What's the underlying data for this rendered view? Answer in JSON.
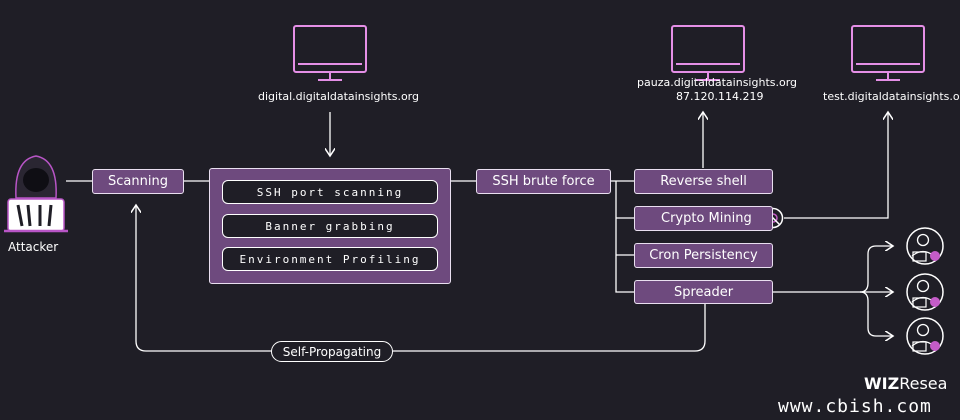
{
  "nodes": {
    "attacker": "Attacker",
    "scanning": "Scanning",
    "scan_steps": [
      "SSH port scanning",
      "Banner grabbing",
      "Environment Profiling"
    ],
    "ssh_brute_force": "SSH brute force",
    "reverse_shell": "Reverse shell",
    "crypto_mining": "Crypto Mining",
    "cron_persistency": "Cron Persistency",
    "spreader": "Spreader",
    "self_propagating": "Self-Propagating"
  },
  "servers": {
    "digital": "digital.digitaldatainsights.org",
    "pauza_host": "pauza.digitaldatainsights.org",
    "pauza_ip": "87.120.114.219",
    "test": "test.digitaldatainsights.org"
  },
  "branding": {
    "logo": "WIZ",
    "logo_suffix": "Resea",
    "watermark": "www.cbish.com"
  },
  "colors": {
    "background": "#1f1e26",
    "box_fill": "#6e4a7e",
    "line": "#ffffff",
    "accent_pink": "#c45cc8"
  }
}
